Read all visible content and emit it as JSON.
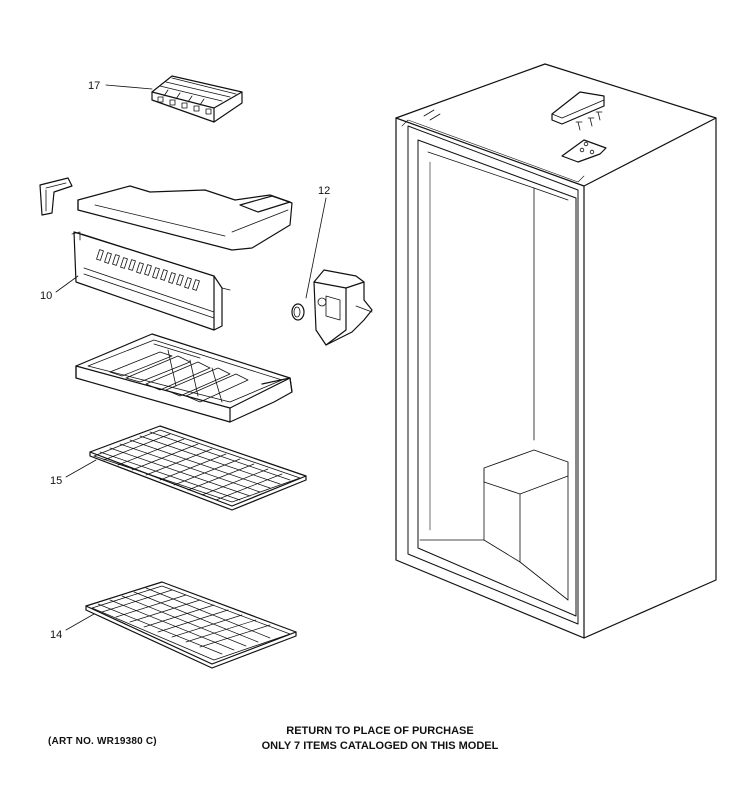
{
  "callouts": {
    "p17": "17",
    "p12": "12",
    "p10": "10",
    "p15": "15",
    "p14": "14"
  },
  "footer": {
    "art_no": "(ART NO. WR19380 C)",
    "line1": "RETURN TO PLACE OF PURCHASE",
    "line2": "ONLY 7 ITEMS CATALOGED ON THIS MODEL"
  }
}
